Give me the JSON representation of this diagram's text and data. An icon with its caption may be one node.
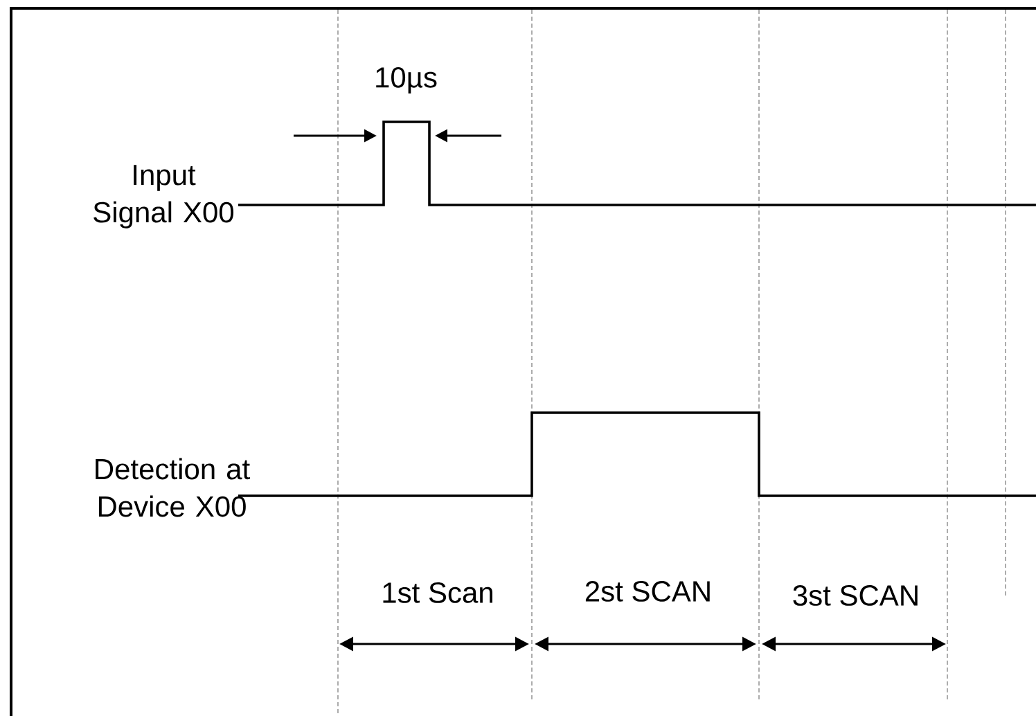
{
  "diagram": {
    "labels": [
      "10µs",
      "Input Signal X00",
      "Detection at Device X00",
      "1st Scan",
      "2st SCAN",
      "3st SCAN"
    ]
  }
}
